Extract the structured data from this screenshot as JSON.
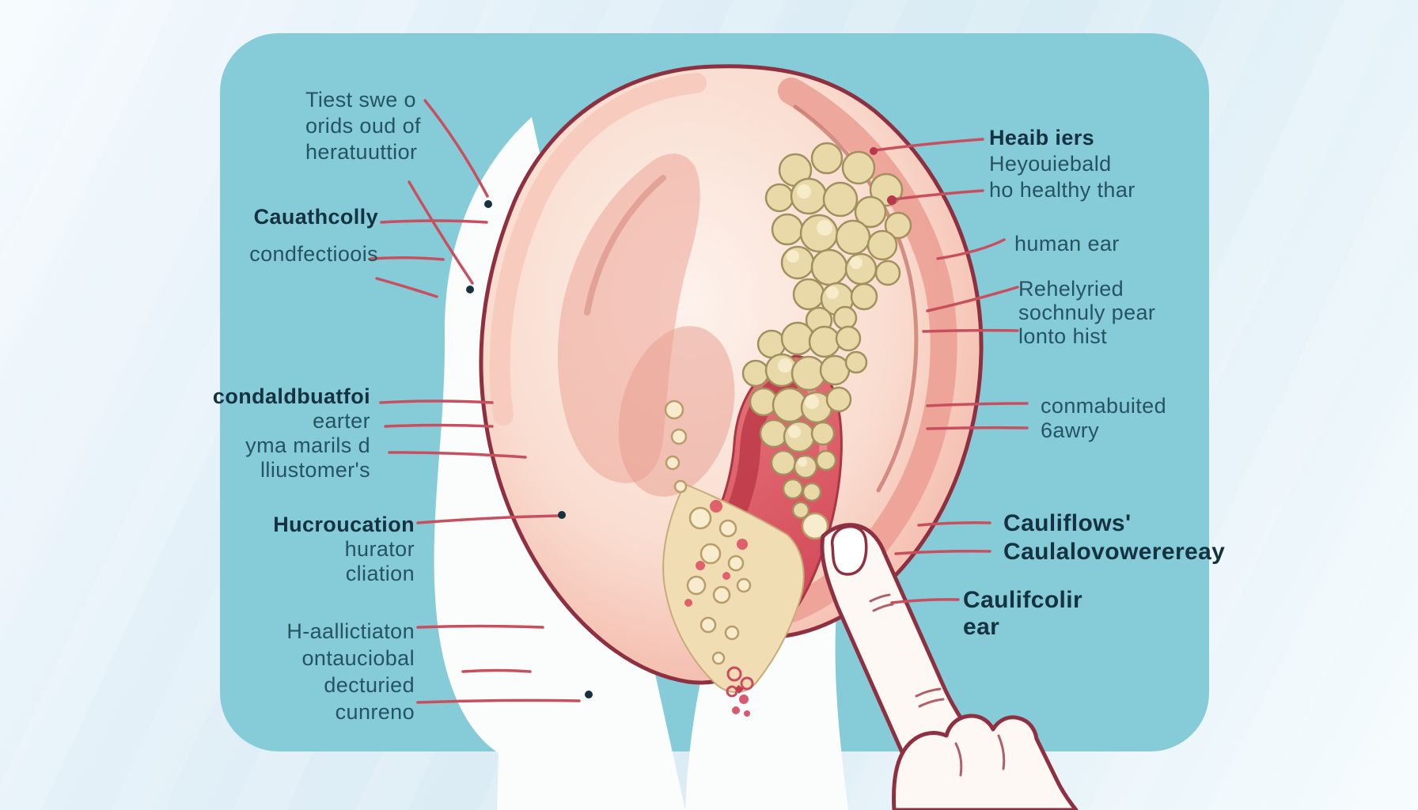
{
  "illustration_subject": "labeled human ear diagram with cauliflower-like growth and pointing finger",
  "colors": {
    "panel_teal": "#86cbd8",
    "background_pale_blue": "#e3f0f8",
    "leader_line_red": "#c8505e",
    "label_text": "#265362",
    "label_text_bold": "#14323f",
    "ear_outline_maroon": "#8e3040",
    "ear_skin_pink": "#f6c9bb",
    "canal_red": "#df5f68",
    "cauliflower_beige": "#ead9a8",
    "hand_skin": "#fef8f4"
  },
  "labels": {
    "left": [
      {
        "lines": [
          "Tiest swe o",
          "orids oud of",
          "heratuuttior"
        ]
      },
      {
        "lines": [
          "Cauathcolly",
          "condfectioois"
        ]
      },
      {
        "lines": [
          "condaldbuatfoi",
          "earter",
          "yma marils d",
          "lliustomer's"
        ]
      },
      {
        "lines": [
          "Hucroucation",
          "hurator",
          "cliation"
        ]
      },
      {
        "lines": [
          "H-aallictiaton",
          "ontauciobal",
          "decturied",
          "cunreno"
        ]
      }
    ],
    "right": [
      {
        "lines": [
          "Heaib iers",
          "Heyouiebald",
          "ho healthy thar"
        ]
      },
      {
        "lines": [
          "human ear"
        ]
      },
      {
        "lines": [
          "Rehelyried",
          "sochnuly pear",
          "lonto hist"
        ]
      },
      {
        "lines": [
          "conmabuited",
          "6awry"
        ]
      },
      {
        "lines": [
          "Cauliflows'",
          "Caulalovowerereay"
        ]
      },
      {
        "lines": [
          "Caulifcolir",
          "ear"
        ]
      }
    ]
  }
}
